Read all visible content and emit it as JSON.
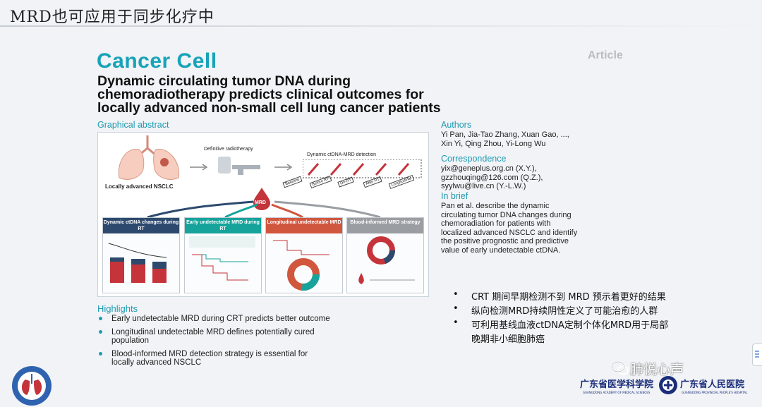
{
  "slide": {
    "title": "MRD也可应用于同步化疗中"
  },
  "paper": {
    "journal": "Cancer Cell",
    "article_type": "Article",
    "title_lines": [
      "Dynamic circulating tumor DNA during",
      "chemoradiotherapy predicts clinical outcomes for",
      "locally advanced non-small cell lung cancer patients"
    ],
    "graphical_abstract_label": "Graphical abstract",
    "authors_label": "Authors",
    "authors_lines": [
      "Yi Pan, Jia-Tao Zhang, Xuan Gao, ...,",
      "Xin Yi, Qing Zhou, Yi-Long Wu"
    ],
    "correspondence_label": "Correspondence",
    "correspondence_lines": [
      "yix@geneplus.org.cn (X.Y.),",
      "gzzhouqing@126.com (Q.Z.),",
      "syylwu@live.cn (Y.-L.W.)"
    ],
    "in_brief_label": "In brief",
    "in_brief_lines": [
      "Pan et al. describe the dynamic",
      "circulating tumor DNA changes during",
      "chemoradiation for patients with",
      "localized advanced NSCLC and identify",
      "the positive prognostic and predictive",
      "value of early undetectable ctDNA."
    ],
    "highlights_label": "Highlights",
    "highlights": [
      [
        "Early undetectable MRD during CRT predicts better outcome"
      ],
      [
        "Longitudinal undetectable MRD defines potentially cured",
        "population"
      ],
      [
        "Blood-informed MRD detection strategy is essential for",
        "locally advanced NSCLC"
      ]
    ]
  },
  "graphical_abstract": {
    "label_nsclc": "Locally advanced NSCLC",
    "label_radiotherapy": "Definitive radiotherapy",
    "label_detection": "Dynamic ctDNA-MRD detection",
    "label_mrd": "MRD",
    "timepoints": [
      "Baseline",
      "Before RT",
      "On-RT",
      "After RT",
      "Longitudinal"
    ],
    "panels": [
      {
        "title": "Dynamic ctDNA changes during RT",
        "color": "#2d4a6e"
      },
      {
        "title": "Early undetectable MRD during RT",
        "color": "#16a39b"
      },
      {
        "title": "Longitudinal undetectable MRD",
        "color": "#d1563e"
      },
      {
        "title": "Blood-informed MRD strategy",
        "color": "#9a9ea3"
      }
    ]
  },
  "chinese_notes": [
    [
      "CRT 期间早期检测不到 MRD 预示着更好的结果"
    ],
    [
      "纵向检测MRD持续阴性定义了可能治愈的人群"
    ],
    [
      "可利用基线血液ctDNA定制个体化MRD用于局部",
      "晚期非小细胞肺癌"
    ]
  ],
  "watermark": {
    "wechat_name": "肺悦心声"
  },
  "institutions": {
    "academy": "广东省医学科学院",
    "academy_en": "GUANGDONG ACADEMY OF MEDICAL SCIENCES",
    "hospital": "广东省人民医院",
    "hospital_en": "GUANGDONG PROVINCIAL PEOPLE'S HOSPITAL"
  },
  "colors": {
    "accent": "#1e9bb2",
    "journal": "#17a3b8",
    "navy": "#1a2d7a"
  }
}
